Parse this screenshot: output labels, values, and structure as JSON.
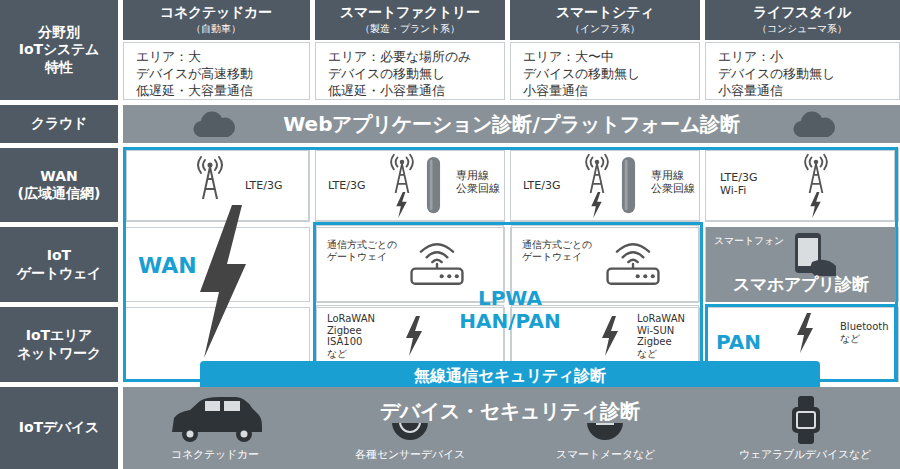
{
  "diagram": {
    "nodes": [
      {
        "text": [
          "分野別 IoTシステム 特性"
        ]
      },
      {
        "text": [
          "コネクテッドカー",
          "（自動車）"
        ]
      },
      {
        "text": [
          "スマートファクトリー",
          "（製造・プラント系）"
        ]
      },
      {
        "text": [
          "スマートシティ",
          "（インフラ系）"
        ]
      },
      {
        "text": [
          "ライフスタイル",
          "（コンシューマ系）"
        ]
      },
      {
        "text": [
          "エリア：大",
          "デバイスが高速移動",
          "低遅延・大容量通信"
        ]
      },
      {
        "text": [
          "エリア：必要な場所のみ",
          "デバイスの移動無し",
          "低遅延・小容量通信"
        ]
      },
      {
        "text": [
          "エリア：大〜中",
          "デバイスの移動無し",
          "小容量通信"
        ]
      },
      {
        "text": [
          "エリア：小",
          "デバイスの移動無し",
          "小容量通信"
        ]
      },
      {
        "text": [
          "クラウド"
        ]
      },
      {
        "text": [
          "Webアプリケーション診断/プラットフォーム診断"
        ]
      },
      {
        "text": [
          "WAN (広域通信網)"
        ]
      },
      {
        "text": [
          "WAN"
        ]
      },
      {
        "text": [
          "LTE/3G"
        ],
        "in": 12
      },
      {
        "text": [
          "LTE/3G",
          "専用線 公衆回線"
        ],
        "in": 12
      },
      {
        "text": [
          "LTE/3G",
          "専用線 公衆回線"
        ],
        "in": 12
      },
      {
        "text": [
          "LTE/3G Wi-Fi"
        ],
        "in": 12
      },
      {
        "text": [
          "IoT ゲートウェイ"
        ]
      },
      {
        "text": [
          "LPWA HAN/PAN"
        ],
        "in": 12
      },
      {
        "text": [
          "通信方式ごとの ゲートウェイ"
        ],
        "in": 18
      },
      {
        "text": [
          "通信方式ごとの ゲートウェイ"
        ],
        "in": 18
      },
      {
        "text": [
          "スマートフォン",
          "スマホアプリ診断"
        ],
        "in": 12
      },
      {
        "text": [
          "IoTエリア ネットワーク"
        ]
      },
      {
        "text": [
          "LoRaWAN Zigbee ISA100 など"
        ],
        "in": 18
      },
      {
        "text": [
          "LoRaWAN Wi-SUN Zigbee など"
        ],
        "in": 18
      },
      {
        "text": [
          "PAN",
          "Bluetooth など"
        ],
        "in": 12
      },
      {
        "text": [
          "無線通信セキュリティ診断"
        ]
      },
      {
        "text": [
          "IoTデバイス"
        ]
      },
      {
        "text": [
          "デバイス・セキュリティ診断",
          "コネクテッドカー",
          "各種センサーデバイス",
          "スマートメータなど",
          "ウェアラブルデバイスなど"
        ]
      }
    ]
  }
}
